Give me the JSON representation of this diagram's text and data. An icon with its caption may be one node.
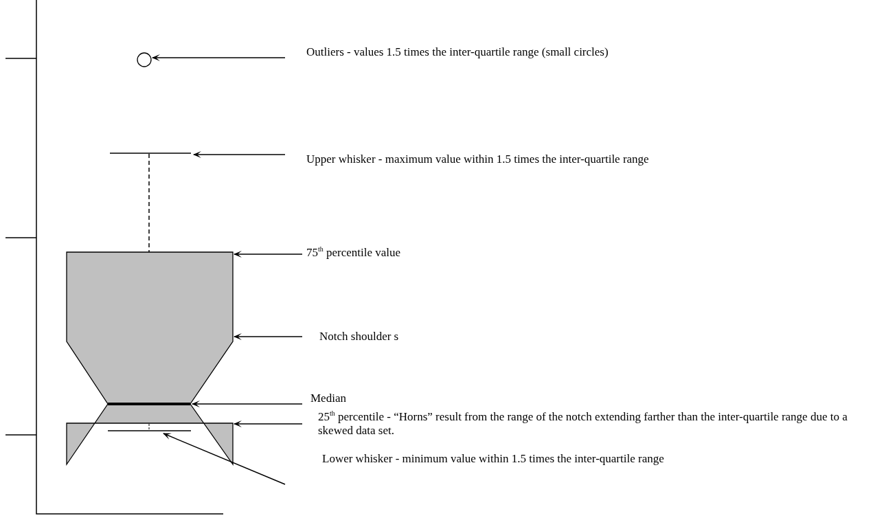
{
  "diagram": {
    "nodes": [
      {
        "text": [],
        "shape": "circle"
      },
      {
        "text": [
          "Outliers - values 1.5 times the inter-quartile range (small circles)"
        ]
      },
      {
        "text": [],
        "shape": "line"
      },
      {
        "text": [
          "Upper whisker - maximum value within 1.5 times the inter-quartile range"
        ]
      },
      {
        "text": [],
        "shape": "box"
      },
      {
        "text": [
          "75$^{th}$ percentile value"
        ]
      },
      {
        "text": [
          "Notch shoulder s"
        ]
      },
      {
        "text": [],
        "shape": "line",
        "in": 4
      },
      {
        "text": [
          "Median"
        ]
      },
      {
        "text": [
          "25$^{th}$ percentile - “Horns” result from the range of the notch extending farther than the inter-quartile range due to a skewed data set."
        ]
      },
      {
        "text": [],
        "shape": "line",
        "in": 4
      },
      {
        "text": [
          "Lower whisker - minimum value within 1.5 times the inter-quartile range"
        ]
      }
    ],
    "edges": [
      {
        "from": 1,
        "to": 0,
        "arrow": "to"
      },
      {
        "from": 3,
        "to": 2,
        "arrow": "to"
      },
      {
        "from": 5,
        "to": 4,
        "arrow": "to"
      },
      {
        "from": 6,
        "to": 4,
        "arrow": "to"
      },
      {
        "from": 8,
        "to": 7,
        "arrow": "to"
      },
      {
        "from": 9,
        "to": 4,
        "arrow": "to"
      },
      {
        "from": 11,
        "to": 10,
        "arrow": "to"
      },
      {
        "from": 2,
        "to": 4,
        "arrow": "none",
        "style": "dashed"
      }
    ]
  }
}
